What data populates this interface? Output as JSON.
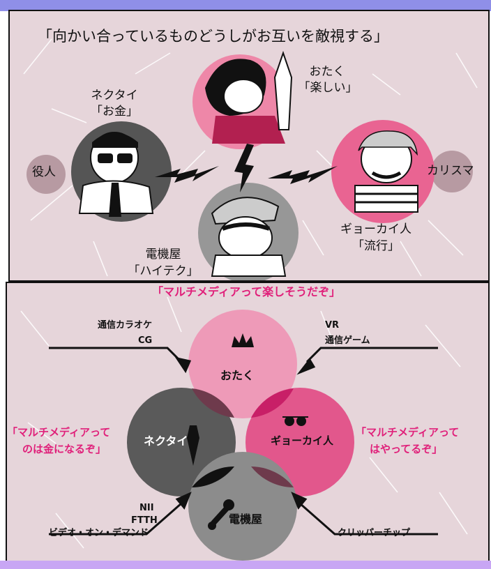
{
  "top": {
    "title": "「向かい合っているものどうしがお互いを敵視する」",
    "otaku": {
      "name": "おたく",
      "value": "「楽しい」"
    },
    "necktie": {
      "name": "ネクタイ",
      "value": "「お金」"
    },
    "gyokai": {
      "name": "ギョーカイ人",
      "value": "「流行」"
    },
    "denkiya": {
      "name": "電機屋",
      "value": "「ハイテク」"
    },
    "left_bubble": "役人",
    "right_bubble": "カリスマ"
  },
  "bottom": {
    "title": "「マルチメディアって楽しそうだぞ」",
    "otaku_label": "おたく",
    "necktie_label": "ネクタイ",
    "gyokai_label": "ギョーカイ人",
    "denkiya_label": "電機屋",
    "quote_left_1": "「マルチメディアって",
    "quote_left_2": "のは金になるぞ」",
    "quote_right_1": "「マルチメディアって",
    "quote_right_2": "はやってるぞ」",
    "tl_1": "通信カラオケ",
    "tl_2": "CG",
    "tr_1": "VR",
    "tr_2": "通信ゲーム",
    "bl_1": "NII",
    "bl_2": "FTTH",
    "bl_3": "ビデオ・オン・デマンド",
    "br_1": "クリッパーチップ",
    "colors": {
      "otaku": "#ee9ab8",
      "gyokai": "#e2578c",
      "necktie": "#5a5a5a",
      "denkiya": "#8c8c8c",
      "magenta": "#e0207a"
    }
  }
}
